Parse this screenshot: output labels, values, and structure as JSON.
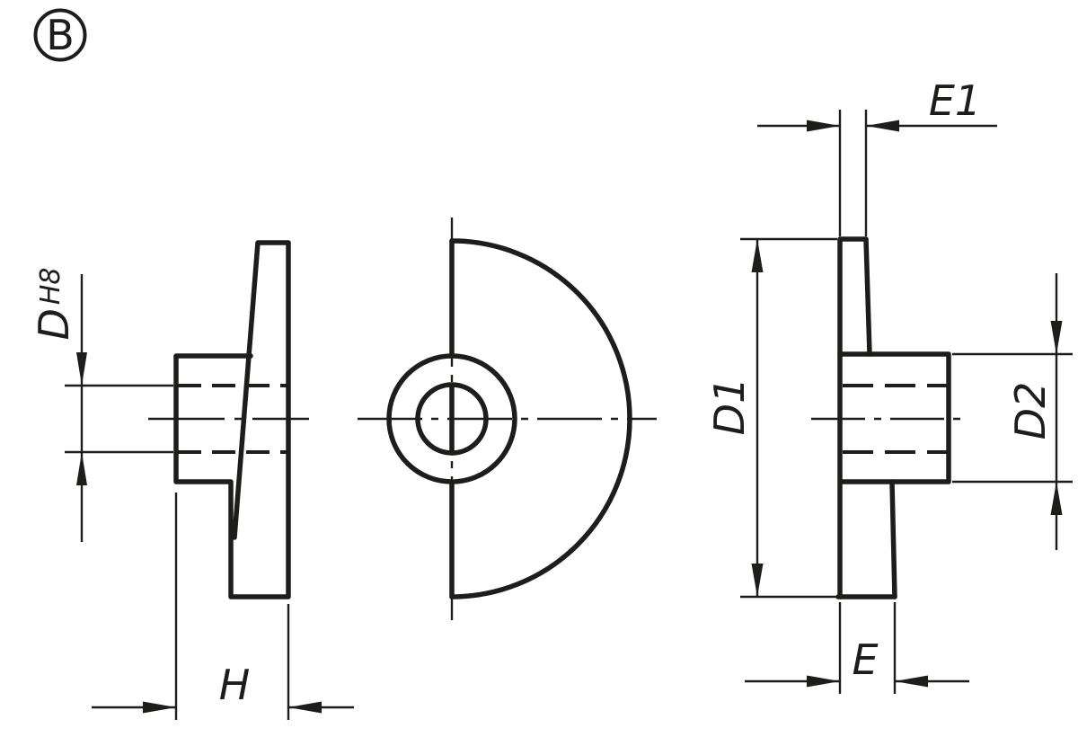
{
  "drawing": {
    "view_badge": "B",
    "labels": {
      "bore_diameter": "D",
      "bore_tolerance": "H8",
      "grip_width": "H",
      "rim_thickness": "E1",
      "outer_diameter": "D1",
      "hub_diameter": "D2",
      "base_thickness": "E"
    }
  },
  "colors": {
    "line": "#1d1d1b",
    "background": "#ffffff"
  }
}
